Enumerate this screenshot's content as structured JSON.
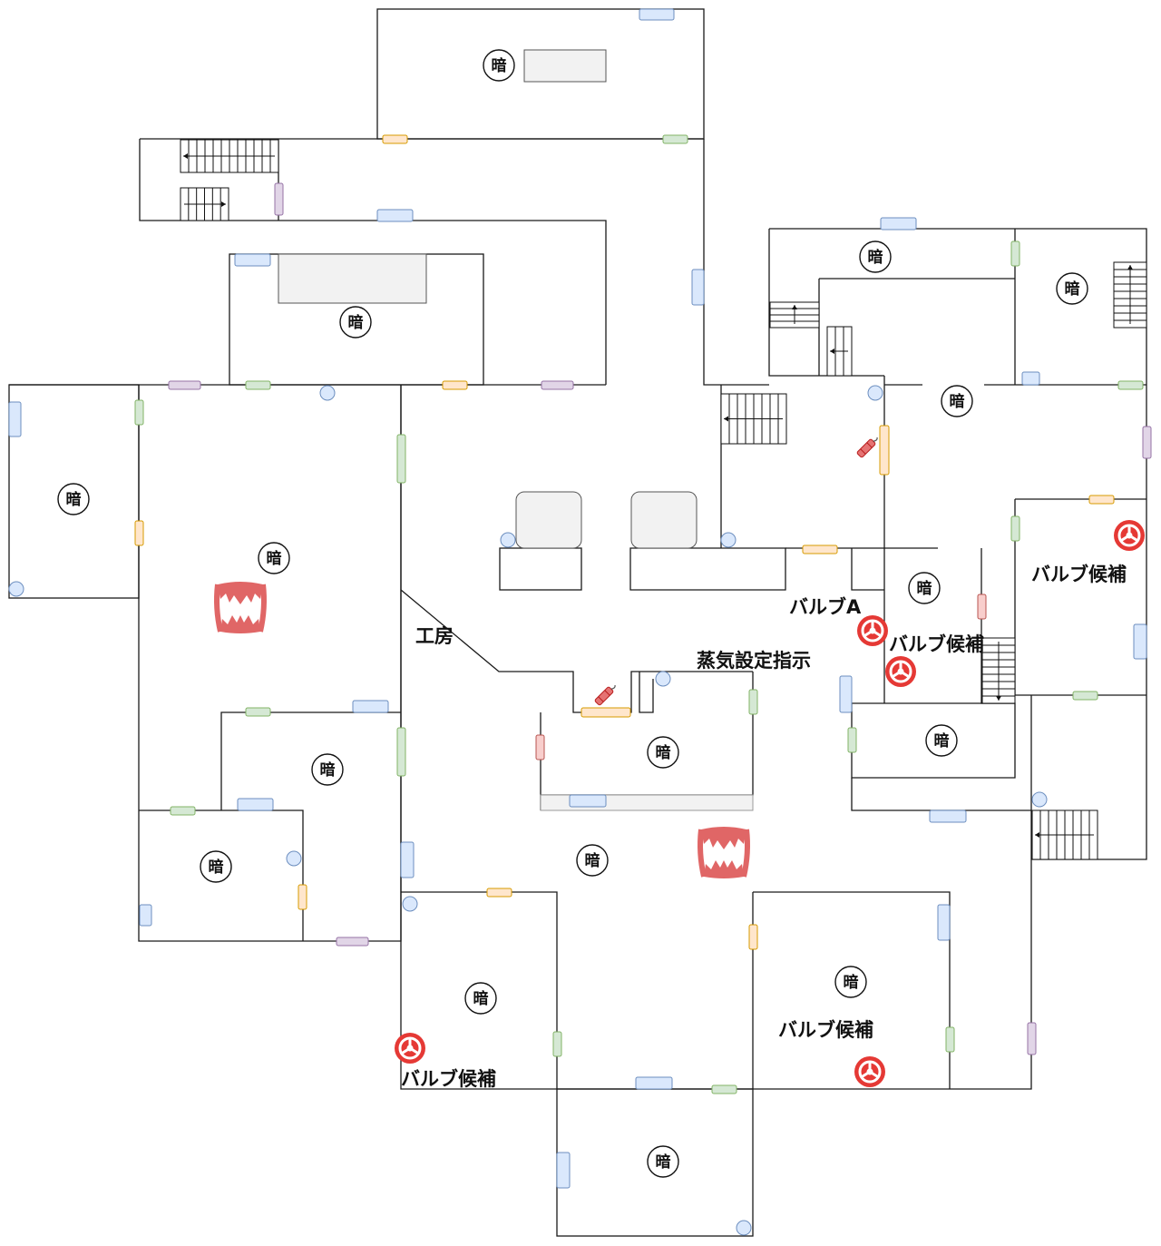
{
  "map": {
    "dark_label": "暗",
    "labels": {
      "valve_a": "バルブA",
      "valve_candidate": "バルブ候補",
      "workshop": "工房",
      "steam_instruction": "蒸気設定指示"
    },
    "legend_colors": {
      "door_blue": "#dae8fc",
      "door_green": "#d5e8d4",
      "door_orange": "#ffe6cc",
      "door_purple": "#e1d5e7",
      "door_red": "#f8cecc",
      "valve_red": "#e53935",
      "monster_red": "#e06666"
    },
    "icons": [
      "valve-icon",
      "monster-fang-icon",
      "dynamite-icon",
      "stairs-icon",
      "vent-circle-icon"
    ]
  }
}
